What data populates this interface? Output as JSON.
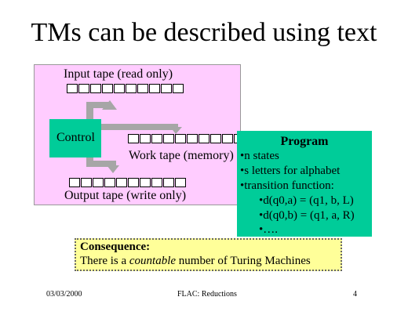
{
  "title": "TMs can be described using text",
  "diagram": {
    "input_tape_label": "Input tape (read only)",
    "control_label": "Control",
    "work_tape_label": "Work tape (memory)",
    "output_tape_label": "Output tape (write only)"
  },
  "program": {
    "title": "Program",
    "lines": [
      "•n states",
      "•s letters for alphabet",
      "•transition function:",
      "•d(q0,a) = (q1, b, L)",
      "•d(q0,b) = (q1, a, R)",
      "•…."
    ]
  },
  "consequence": {
    "title": "Consequence:",
    "text_before": "There is a ",
    "text_emphasis": "countable",
    "text_after": " number of Turing Machines"
  },
  "footer": {
    "date": "03/03/2000",
    "course": "FLAC: Reductions",
    "page": "4"
  },
  "colors": {
    "diagram_bg": "#ffccff",
    "control_bg": "#00cc99",
    "program_bg": "#00cc99",
    "consequence_bg": "#ffff99",
    "arrow": "#a6a6a6"
  }
}
